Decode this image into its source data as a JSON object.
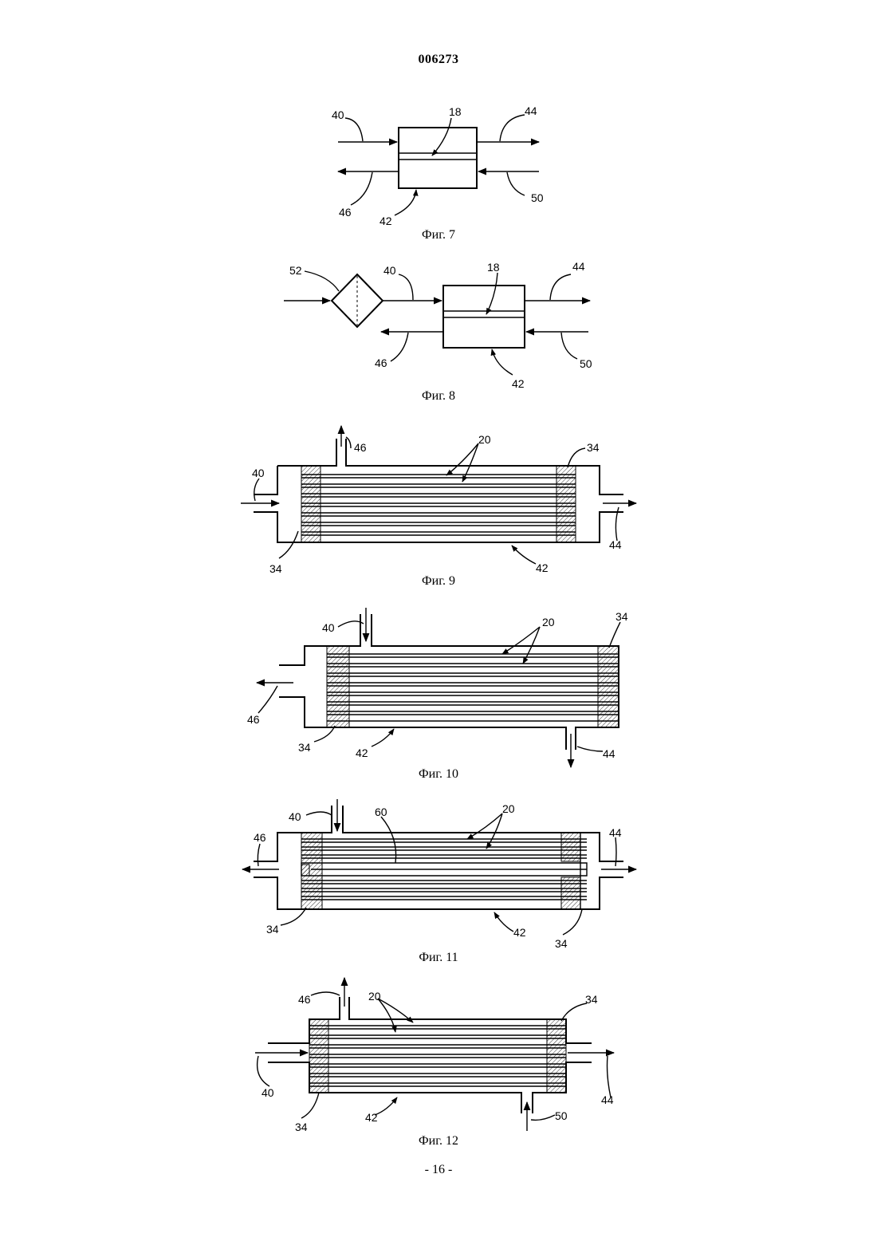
{
  "header": {
    "doc_number": "006273"
  },
  "footer": {
    "page": "- 16 -"
  },
  "figures": [
    {
      "caption": "Фиг. 7",
      "labels": {
        "l40": "40",
        "l18": "18",
        "l44": "44",
        "l46": "46",
        "l42": "42",
        "l50": "50"
      }
    },
    {
      "caption": "Фиг. 8",
      "labels": {
        "l52": "52",
        "l40": "40",
        "l18": "18",
        "l44": "44",
        "l46": "46",
        "l42": "42",
        "l50": "50"
      }
    },
    {
      "caption": "Фиг. 9",
      "labels": {
        "l46": "46",
        "l20": "20",
        "l34a": "34",
        "l40": "40",
        "l44": "44",
        "l34b": "34",
        "l42": "42"
      }
    },
    {
      "caption": "Фиг. 10",
      "labels": {
        "l40": "40",
        "l20": "20",
        "l34a": "34",
        "l46": "46",
        "l34b": "34",
        "l42": "42",
        "l44": "44"
      }
    },
    {
      "caption": "Фиг. 11",
      "labels": {
        "l40": "40",
        "l60": "60",
        "l20": "20",
        "l46": "46",
        "l44": "44",
        "l34a": "34",
        "l42": "42",
        "l34b": "34"
      }
    },
    {
      "caption": "Фиг. 12",
      "labels": {
        "l46": "46",
        "l20": "20",
        "l34a": "34",
        "l40": "40",
        "l44": "44",
        "l34b": "34",
        "l42": "42",
        "l50": "50"
      }
    }
  ]
}
